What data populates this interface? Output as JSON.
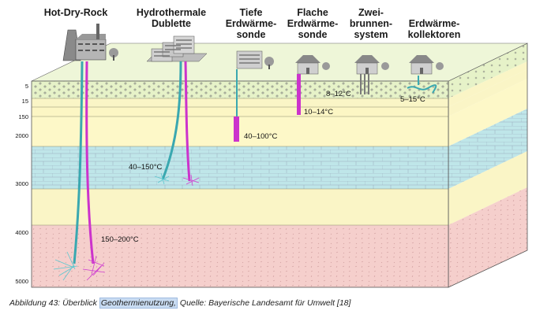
{
  "headers": [
    [
      "Hot-Dry-Rock"
    ],
    [
      "Hydrothermale",
      "Dublette"
    ],
    [
      "Tiefe",
      "Erdwärme-",
      "sonde"
    ],
    [
      "Flache",
      "Erdwärme-",
      "sonde"
    ],
    [
      "Zwei-",
      "brunnen-",
      "system"
    ],
    [
      "Erdwärme-",
      "kollektoren"
    ]
  ],
  "depths": [
    "5",
    "15",
    "150",
    "2000",
    "3000",
    "4000",
    "5000"
  ],
  "temperatures": {
    "hdr": "150–200°C",
    "hydro": "40–150°C",
    "deep_probe": "40–100°C",
    "shallow_probe": "10–14°C",
    "two_well": "8–12°C",
    "collector": "5–15°C"
  },
  "caption": {
    "prefix": "Abbildung 43: Überblick ",
    "highlight": "Geothermienutzung,",
    "suffix": " Quelle: Bayerische Landesamt für Umwelt  [18]"
  },
  "colors": {
    "surface": "#e6f2c8",
    "sand": "#faf5c6",
    "water": "#bfe6e9",
    "rock": "#f5cfcc",
    "probe": "#cc33cc",
    "pipe": "#3aa8b0"
  }
}
